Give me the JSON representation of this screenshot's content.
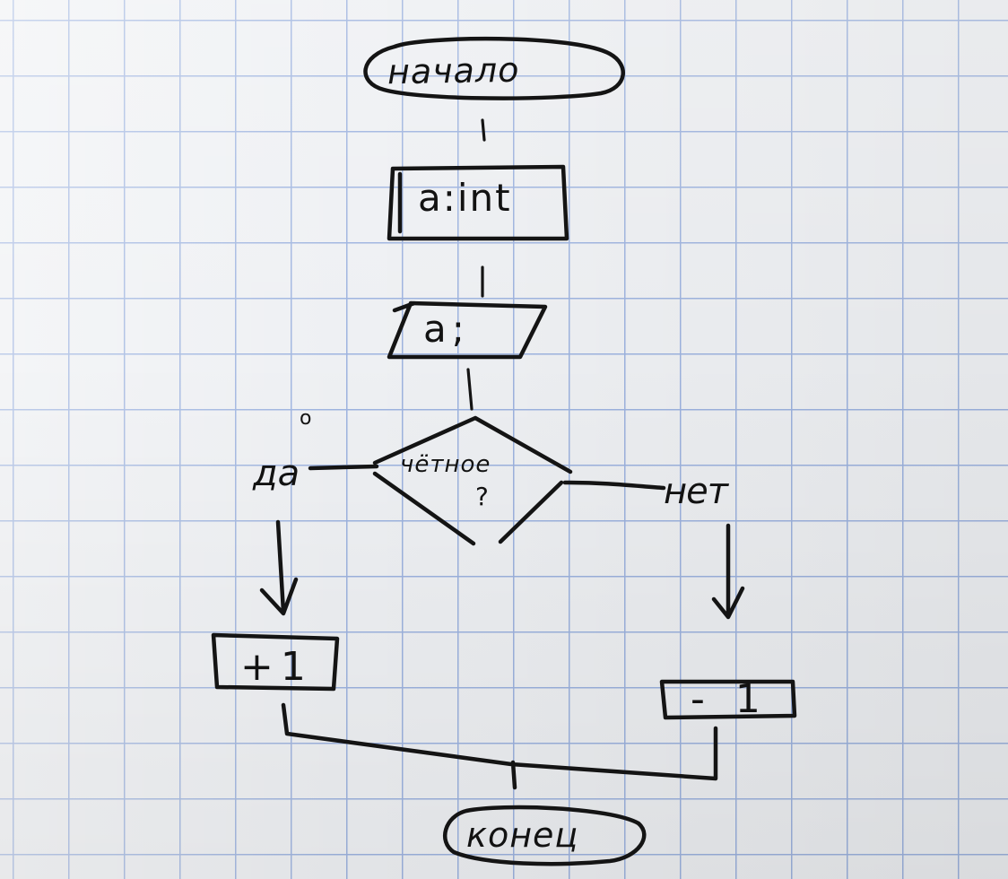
{
  "flowchart": {
    "start_label": "начало",
    "declare_label": "a:int",
    "input_label": "a;",
    "condition_label": "чётное",
    "condition_mark": "?",
    "yes_label": "да",
    "yes_mark": "o",
    "no_label": "нет",
    "yes_action_label": "+1",
    "no_action_label": "- 1",
    "end_label": "конец"
  },
  "colors": {
    "ink": "#141414",
    "paper": "#eef0f3",
    "grid": "#9db3df"
  }
}
